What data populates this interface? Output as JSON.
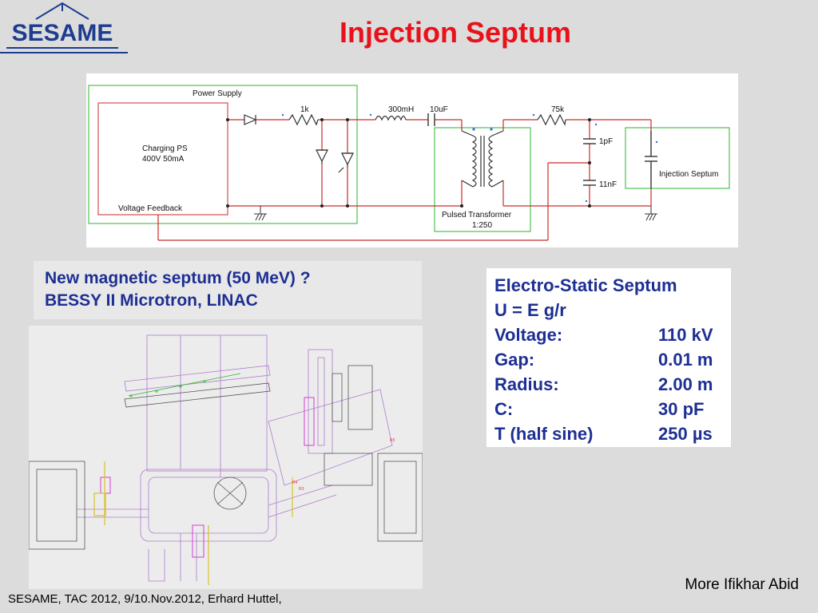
{
  "logo": {
    "text": "SESAME"
  },
  "title": "Injection Septum",
  "circuit": {
    "power_supply": "Power Supply",
    "charging_ps_line1": "Charging PS",
    "charging_ps_line2": "400V 50mA",
    "voltage_feedback": "Voltage Feedback",
    "r1": "1k",
    "inductor": "300mH",
    "cap1": "10uF",
    "r2": "75k",
    "cap2": "1pF",
    "cap3": "11nF",
    "transformer_line1": "Pulsed Transformer",
    "transformer_line2": "1:250",
    "injection_septum": "Injection Septum"
  },
  "left_box": {
    "line1": "New magnetic septum (50 MeV) ?",
    "line2": "BESSY II Microtron, LINAC"
  },
  "right_box": {
    "title": "Electro-Static Septum",
    "formula": "U = E g/r",
    "params": [
      {
        "label": "Voltage:",
        "value": "110 kV"
      },
      {
        "label": "Gap:",
        "value": "0.01 m"
      },
      {
        "label": "Radius:",
        "value": "2.00 m"
      },
      {
        "label": "C:",
        "value": "30 pF"
      },
      {
        "label": "T (half sine)",
        "value": "250 µs"
      }
    ]
  },
  "drawing": {
    "labels": [
      "R5",
      "R4",
      "R3"
    ]
  },
  "credit": "More Ifikhar Abid",
  "footer": "SESAME, TAC 2012, 9/10.Nov.2012, Erhard Huttel,",
  "colors": {
    "title": "#e8121a",
    "text_blue": "#1d2f93",
    "logo_blue": "#1d3c8f",
    "wire_red": "#cc2a2a",
    "box_green": "#2bb52b"
  }
}
